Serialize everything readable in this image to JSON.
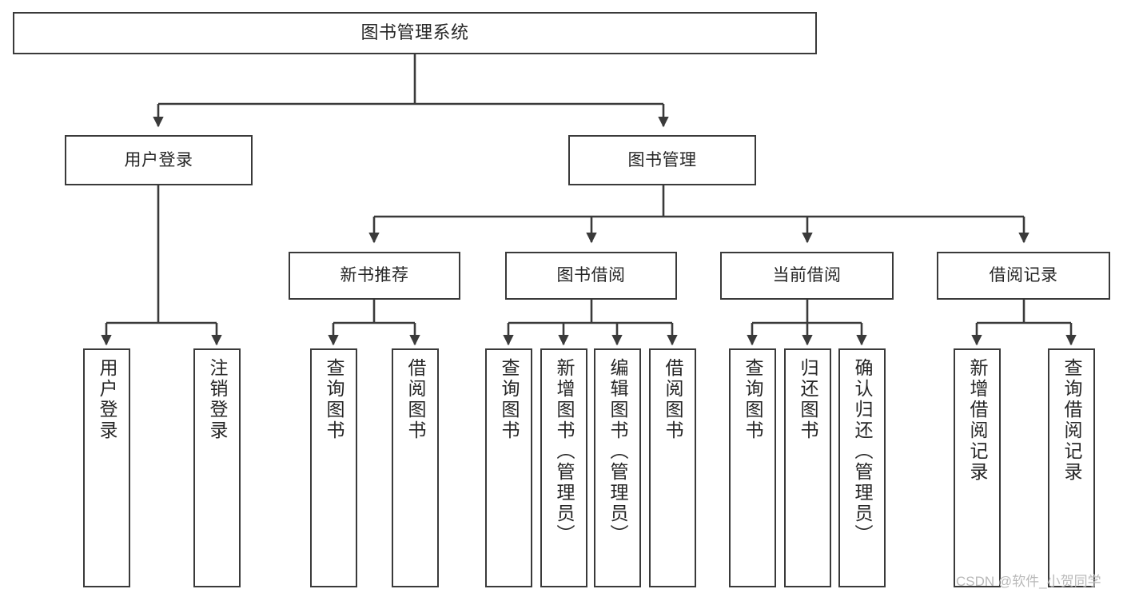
{
  "diagram": {
    "title": "图书管理系统",
    "type": "tree",
    "orientation": "top-down",
    "line_color": "#3a3a3a",
    "box_border_color": "#3a3a3a",
    "box_fill_color": "#ffffff",
    "background_color": "#ffffff",
    "text_color": "#262626"
  },
  "watermark": {
    "text": "CSDN @软件_小贺同学"
  },
  "nodes": {
    "root": {
      "label": "图书管理系统",
      "level": 0
    },
    "level1": [
      {
        "id": "user-login",
        "label": "用户登录"
      },
      {
        "id": "book-management",
        "label": "图书管理"
      }
    ],
    "level2": [
      {
        "id": "new-book-recommend",
        "label": "新书推荐",
        "parent": "book-management"
      },
      {
        "id": "book-borrow",
        "label": "图书借阅",
        "parent": "book-management"
      },
      {
        "id": "current-borrow",
        "label": "当前借阅",
        "parent": "book-management"
      },
      {
        "id": "borrow-record",
        "label": "借阅记录",
        "parent": "book-management"
      }
    ],
    "leaves": [
      {
        "id": "leaf-user-login",
        "label": "用户登录",
        "parent": "user-login"
      },
      {
        "id": "leaf-logout-login",
        "label": "注销登录",
        "parent": "user-login"
      },
      {
        "id": "leaf-query-book-1",
        "label": "查询图书",
        "parent": "new-book-recommend"
      },
      {
        "id": "leaf-borrow-book-1",
        "label": "借阅图书",
        "parent": "new-book-recommend"
      },
      {
        "id": "leaf-query-book-2",
        "label": "查询图书",
        "parent": "book-borrow"
      },
      {
        "id": "leaf-add-book",
        "label": "新增图书（管理员）",
        "parent": "book-borrow"
      },
      {
        "id": "leaf-edit-book",
        "label": "编辑图书（管理员）",
        "parent": "book-borrow"
      },
      {
        "id": "leaf-borrow-book-2",
        "label": "借阅图书",
        "parent": "book-borrow"
      },
      {
        "id": "leaf-query-book-3",
        "label": "查询图书",
        "parent": "current-borrow"
      },
      {
        "id": "leaf-return-book",
        "label": "归还图书",
        "parent": "current-borrow"
      },
      {
        "id": "leaf-confirm-return",
        "label": "确认归还（管理员）",
        "parent": "current-borrow"
      },
      {
        "id": "leaf-add-record",
        "label": "新增借阅记录",
        "parent": "borrow-record"
      },
      {
        "id": "leaf-query-record",
        "label": "查询借阅记录",
        "parent": "borrow-record"
      }
    ]
  }
}
